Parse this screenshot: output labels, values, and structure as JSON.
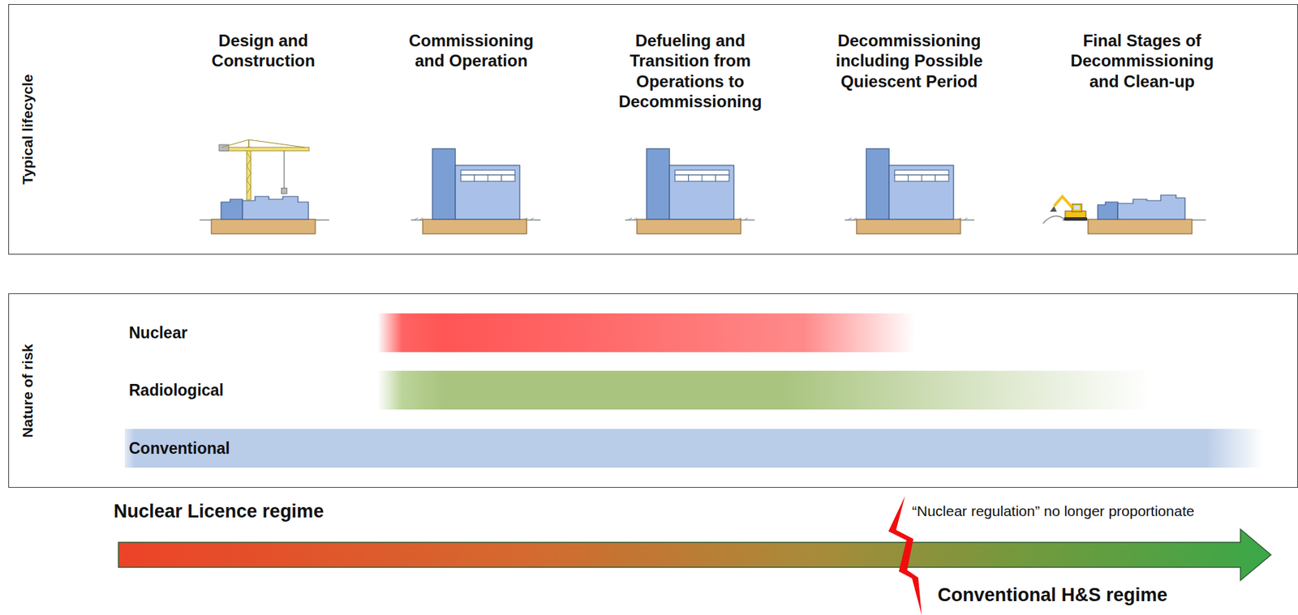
{
  "diagram": {
    "nodes": [
      {
        "text": [
          "Typical lifecycle"
        ]
      },
      {
        "text": [
          "Nature of risk"
        ]
      },
      {
        "text": [
          "Nuclear"
        ],
        "in": 1
      },
      {
        "text": [
          "Radiological"
        ],
        "in": 1
      },
      {
        "text": [
          "Conventional"
        ],
        "in": 1
      }
    ],
    "labels": [
      "Design and Construction",
      "Commissioning and Operation",
      "Defueling and Transition from Operations to Decommissioning",
      "Decommissioning including Possible Quiescent Period",
      "Final Stages of Decommissioning and Clean-up",
      "Nuclear Licence regime",
      "“Nuclear regulation” no longer proportionate",
      "Conventional H&S regime"
    ]
  }
}
